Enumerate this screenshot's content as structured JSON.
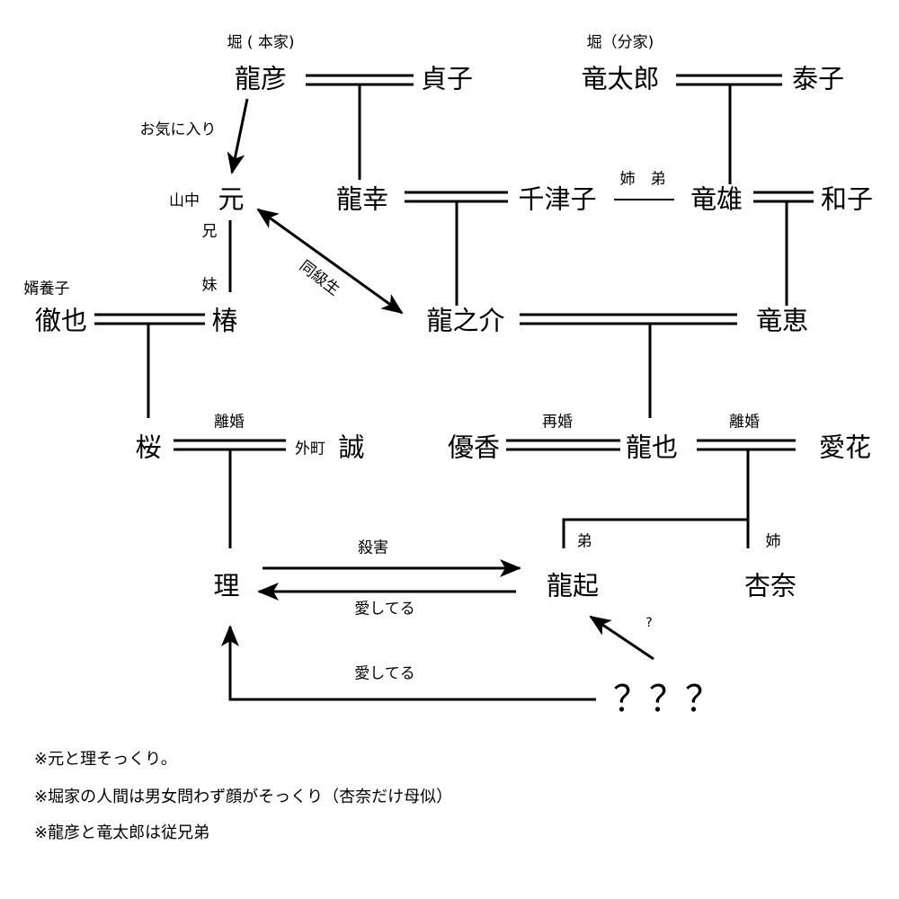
{
  "people": {
    "tatsuhiko": "龍彦",
    "sadako": "貞子",
    "ryutaro": "竜太郎",
    "yasuko": "泰子",
    "gen": "元",
    "ryuko": "龍幸",
    "chizuko": "千津子",
    "tatsuo": "竜雄",
    "kazuko": "和子",
    "tetsuya": "徹也",
    "tsubaki": "椿",
    "ryunosuke": "龍之介",
    "tatsue": "竜恵",
    "sakura": "桜",
    "makoto": "誠",
    "yuka": "優香",
    "tatsuya": "龍也",
    "aika": "愛花",
    "osamu": "理",
    "tatsuki": "龍起",
    "anna": "杏奈",
    "unknown": "？？？"
  },
  "labels": {
    "hori_main": "堀 ( 本家)",
    "hori_branch": "堀（分家)",
    "favorite": "お気に入り",
    "yamanaka": "山中",
    "elder_brother": "兄",
    "younger_sister": "妹",
    "classmates": "同級生",
    "adopted_son_in_law": "婿養子",
    "sister_brother": "姉　弟",
    "divorce1": "離婚",
    "tomachi": "外町",
    "remarriage": "再婚",
    "divorce2": "離婚",
    "younger_brother": "弟",
    "elder_sister": "姉",
    "murder": "殺害",
    "loves1": "愛してる",
    "question": "?",
    "loves2": "愛してる"
  },
  "notes": [
    "※元と理そっくり。",
    "※堀家の人間は男女問わず顔がそっくり（杏奈だけ母似）",
    "※龍彦と竜太郎は従兄弟"
  ]
}
